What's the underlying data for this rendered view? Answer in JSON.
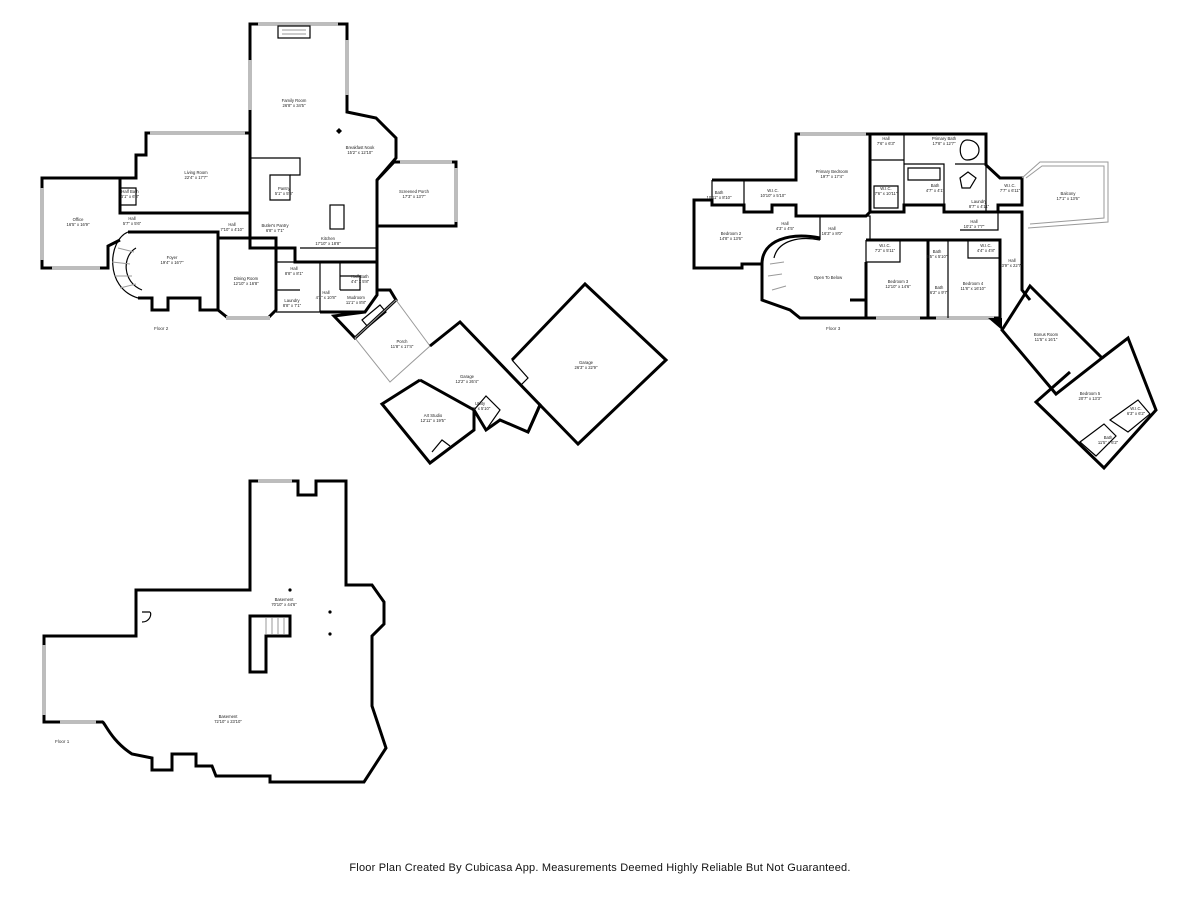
{
  "floor2": {
    "label": "Floor 2",
    "rooms": [
      {
        "id": "family-room",
        "name": "Family Room",
        "dim": "26'8\" x 34'5\""
      },
      {
        "id": "breakfast-nook",
        "name": "Breakfast Nook",
        "dim": "15'2\" x 12'10\""
      },
      {
        "id": "screened-porch",
        "name": "Screened Porch",
        "dim": "17'3\" x 13'7\""
      },
      {
        "id": "living-room",
        "name": "Living Room",
        "dim": "22'4\" x 17'7\""
      },
      {
        "id": "half-bath-1",
        "name": "Half Bath",
        "dim": "6'1\" x 6'8\""
      },
      {
        "id": "pantry",
        "name": "Pantry",
        "dim": "5'1\" x 5'5\""
      },
      {
        "id": "office",
        "name": "Office",
        "dim": "16'5\" x 16'9\""
      },
      {
        "id": "hall-1",
        "name": "Hall",
        "dim": "5'7\" x 5'6\""
      },
      {
        "id": "hall-2",
        "name": "Hall",
        "dim": "7'10\" x 4'10\""
      },
      {
        "id": "butlers-pantry",
        "name": "Butler's Pantry",
        "dim": "6'8\" x 7'1\""
      },
      {
        "id": "kitchen",
        "name": "Kitchen",
        "dim": "17'10\" x 18'8\""
      },
      {
        "id": "foyer",
        "name": "Foyer",
        "dim": "19'4\" x 16'7\""
      },
      {
        "id": "dining-room",
        "name": "Dining Room",
        "dim": "12'10\" x 16'8\""
      },
      {
        "id": "hall-3",
        "name": "Hall",
        "dim": "8'8\" x 8'1\""
      },
      {
        "id": "hall-4",
        "name": "Hall",
        "dim": "4'1\" x 10'8\""
      },
      {
        "id": "half-bath-2",
        "name": "Half Bath",
        "dim": "4'4\" x 5'8\""
      },
      {
        "id": "laundry-1",
        "name": "Laundry",
        "dim": "8'8\" x 7'1\""
      },
      {
        "id": "mudroom",
        "name": "Mudroom",
        "dim": "11'1\" x 8'8\""
      },
      {
        "id": "porch",
        "name": "Porch",
        "dim": "11'8\" x 17'4\""
      },
      {
        "id": "garage-1",
        "name": "Garage",
        "dim": "12'2\" x 26'4\""
      },
      {
        "id": "garage-2",
        "name": "Garage",
        "dim": "26'3\" x 22'9\""
      },
      {
        "id": "utility",
        "name": "Utility",
        "dim": "4'8\" x 5'10\""
      },
      {
        "id": "art-studio",
        "name": "Art Studio",
        "dim": "12'11\" x 19'5\""
      }
    ]
  },
  "floor3": {
    "label": "Floor 3",
    "rooms": [
      {
        "id": "wic-1",
        "name": "W.I.C.",
        "dim": "10'10\" x 5'10\""
      },
      {
        "id": "bath-1",
        "name": "Bath",
        "dim": "10'11\" x 8'10\""
      },
      {
        "id": "primary-bedroom",
        "name": "Primary Bedroom",
        "dim": "19'7\" x 17'4\""
      },
      {
        "id": "hall-5",
        "name": "Hall",
        "dim": "7'6\" x 6'3\""
      },
      {
        "id": "primary-bath",
        "name": "Primary Bath",
        "dim": "17'8\" x 12'7\""
      },
      {
        "id": "wic-2",
        "name": "W.I.C.",
        "dim": "7'6\" x 10'11\""
      },
      {
        "id": "bath-2",
        "name": "Bath",
        "dim": "4'7\" x 4'1\""
      },
      {
        "id": "wic-3",
        "name": "W.I.C.",
        "dim": "7'7\" x 6'11\""
      },
      {
        "id": "balcony",
        "name": "Balcony",
        "dim": "17'1\" x 13'6\""
      },
      {
        "id": "laundry-2",
        "name": "Laundry",
        "dim": "8'7\" x 4'11\""
      },
      {
        "id": "hall-6",
        "name": "Hall",
        "dim": "10'1\" x 7'7\""
      },
      {
        "id": "bedroom-2",
        "name": "Bedroom 2",
        "dim": "14'8\" x 13'6\""
      },
      {
        "id": "hall-7",
        "name": "Hall",
        "dim": "4'3\" x 4'5\""
      },
      {
        "id": "hall-8",
        "name": "Hall",
        "dim": "16'3\" x 8'0\""
      },
      {
        "id": "open-to-below",
        "name": "Open To Below",
        "dim": ""
      },
      {
        "id": "wic-4",
        "name": "W.I.C.",
        "dim": "7'2\" x 5'11\""
      },
      {
        "id": "bath-3",
        "name": "Bath",
        "dim": "5'5\" x 5'10\""
      },
      {
        "id": "wic-5",
        "name": "W.I.C.",
        "dim": "4'4\" x 4'8\""
      },
      {
        "id": "bedroom-3",
        "name": "Bedroom 3",
        "dim": "12'10\" x 14'6\""
      },
      {
        "id": "bath-4",
        "name": "Bath",
        "dim": "6'2\" x 9'7\""
      },
      {
        "id": "bedroom-4",
        "name": "Bedroom 4",
        "dim": "11'8\" x 16'10\""
      },
      {
        "id": "hall-9",
        "name": "Hall",
        "dim": "3'9\" x 22'7\""
      },
      {
        "id": "bonus-room",
        "name": "Bonus Room",
        "dim": "11'5\" x 16'1\""
      },
      {
        "id": "bedroom-5",
        "name": "Bedroom 5",
        "dim": "20'7\" x 13'3\""
      },
      {
        "id": "wic-6",
        "name": "W.I.C.",
        "dim": "6'3\" x 6'2\""
      },
      {
        "id": "bath-5",
        "name": "Bath",
        "dim": "11'5\" x 6'2\""
      }
    ]
  },
  "floor1": {
    "label": "Floor 1",
    "rooms": [
      {
        "id": "basement-upper",
        "name": "Basement",
        "dim": "70'10\" x 44'6\""
      },
      {
        "id": "basement-lower",
        "name": "Basement",
        "dim": "72'10\" x 23'10\""
      }
    ]
  },
  "footer": {
    "disclaimer": "Floor Plan Created By Cubicasa App. Measurements Deemed Highly Reliable But Not Guaranteed."
  }
}
